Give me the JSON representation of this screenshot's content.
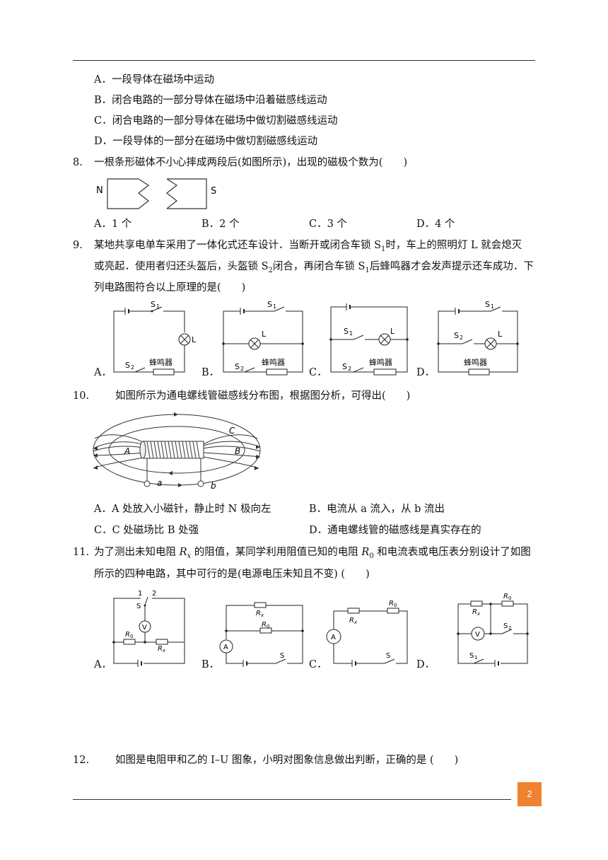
{
  "q7": {
    "options": [
      "A．一段导体在磁场中运动",
      "B．闭合电路的一部分导体在磁场中沿着磁感线运动",
      "C．闭合电路的一部分导体在磁场中做切割磁感线运动",
      "D．一段导体的一部分在磁场中做切割磁感线运动"
    ]
  },
  "q8": {
    "number": "8.",
    "stem": "一根条形磁体不小心摔成两段后(如图所示)，出现的磁极个数为(　　)",
    "fig_n": "N",
    "fig_s": "S",
    "options": [
      "A．1 个",
      "B．2 个",
      "C．3 个",
      "D．4 个"
    ]
  },
  "q9": {
    "number": "9.",
    "line1_pre": "某地共享电单车采用了一体化式还车设计．当断开或闭合车锁 S",
    "line1_sub": "1",
    "line1_post": "时，车上的照明灯 L 就会熄灭",
    "line2_pre": "或亮起．使用者归还头盔后，头盔锁 S",
    "line2_sub": "2",
    "line2_mid": "闭合，再闭合车锁 S",
    "line2_sub2": "1",
    "line2_post": "后蜂鸣器才会发声提示还车成功．下",
    "line3": "列电路图符合以上原理的是(　　)",
    "labels": {
      "s1": "S",
      "s2": "S",
      "sub1": "1",
      "sub2": "2",
      "lamp": "L",
      "buzzer": "蜂鸣器"
    },
    "options": [
      "A．",
      "B．",
      "C．",
      "D．"
    ]
  },
  "q10": {
    "number": "10.",
    "stem": "如图所示为通电螺线管磁感线分布图，根据图分析，可得出(　　)",
    "fig": {
      "A": "A",
      "B": "B",
      "C": "C",
      "a": "a",
      "b": "b"
    },
    "options": [
      "A．A 处放入小磁针，静止时 N 极向左",
      "B．电流从 a 流入，从 b 流出",
      "C．C 处磁场比 B 处强",
      "D．通电螺线管的磁感线是真实存在的"
    ]
  },
  "q11": {
    "number": "11.",
    "line1_a": "为了测出未知电阻",
    "rx": "R",
    "rx_sub": "x",
    "line1_b": "的阻值，某同学利用阻值已知的电阻",
    "r0": "R",
    "r0_sub": "0",
    "line1_c": "和电流表或电压表分别设计了如图",
    "line2": "所示的四种电路，其中可行的是(电源电压未知且不变) (　　)",
    "labels": {
      "one": "1",
      "two": "2",
      "s": "S",
      "s1": "S",
      "s2": "S",
      "sub1": "1",
      "sub2": "2",
      "v": "V",
      "a": "A",
      "r": "R",
      "x": "x",
      "zero": "0"
    },
    "options": [
      "A．",
      "B．",
      "C．",
      "D．"
    ]
  },
  "q12": {
    "number": "12.",
    "stem": "如图是电阻甲和乙的 I–U 图象，小明对图象信息做出判断，正确的是 (　　)"
  },
  "page_number": "2"
}
